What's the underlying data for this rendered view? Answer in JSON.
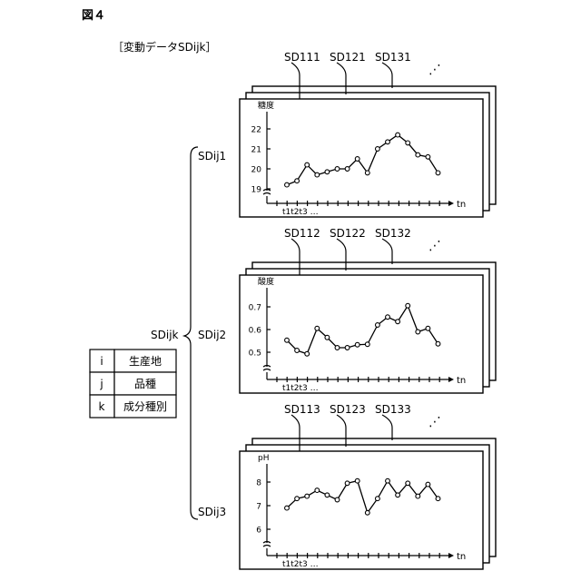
{
  "figure_label": "図４",
  "title": "［変動データSDijk］",
  "root_label": "SDijk",
  "legend_table": [
    {
      "key": "i",
      "value": "生産地"
    },
    {
      "key": "j",
      "value": "品種"
    },
    {
      "key": "k",
      "value": "成分種別"
    }
  ],
  "panels": [
    {
      "group_label": "SDij1",
      "stack_labels": [
        "SD111",
        "SD121",
        "SD131"
      ],
      "ellipsis": "⋰",
      "y_label": "糖度",
      "y_ticks": [
        "22",
        "21",
        "20",
        "19"
      ],
      "x_end_label": "tn",
      "x_start_labels": "t1t2t3 …",
      "values": [
        19.2,
        19.4,
        20.2,
        19.7,
        19.85,
        20.0,
        20.0,
        20.5,
        19.8,
        21.0,
        21.35,
        21.7,
        21.3,
        20.7,
        20.6,
        19.8
      ]
    },
    {
      "group_label": "SDij2",
      "stack_labels": [
        "SD112",
        "SD122",
        "SD132"
      ],
      "ellipsis": "⋰",
      "y_label": "酸度",
      "y_ticks": [
        "0.7",
        "0.6",
        "0.5"
      ],
      "x_end_label": "tn",
      "x_start_labels": "t1t2t3 …",
      "values": [
        0.553,
        0.508,
        0.493,
        0.605,
        0.565,
        0.52,
        0.52,
        0.533,
        0.535,
        0.62,
        0.655,
        0.635,
        0.705,
        0.59,
        0.605,
        0.537
      ]
    },
    {
      "group_label": "SDij3",
      "stack_labels": [
        "SD113",
        "SD123",
        "SD133"
      ],
      "ellipsis": "⋰",
      "y_label": "pH",
      "y_ticks": [
        "8",
        "7",
        "6"
      ],
      "x_end_label": "tn",
      "x_start_labels": "t1t2t3 …",
      "values": [
        6.9,
        7.3,
        7.4,
        7.65,
        7.45,
        7.25,
        7.95,
        8.05,
        6.7,
        7.3,
        8.05,
        7.45,
        7.95,
        7.4,
        7.9,
        7.3
      ]
    }
  ]
}
